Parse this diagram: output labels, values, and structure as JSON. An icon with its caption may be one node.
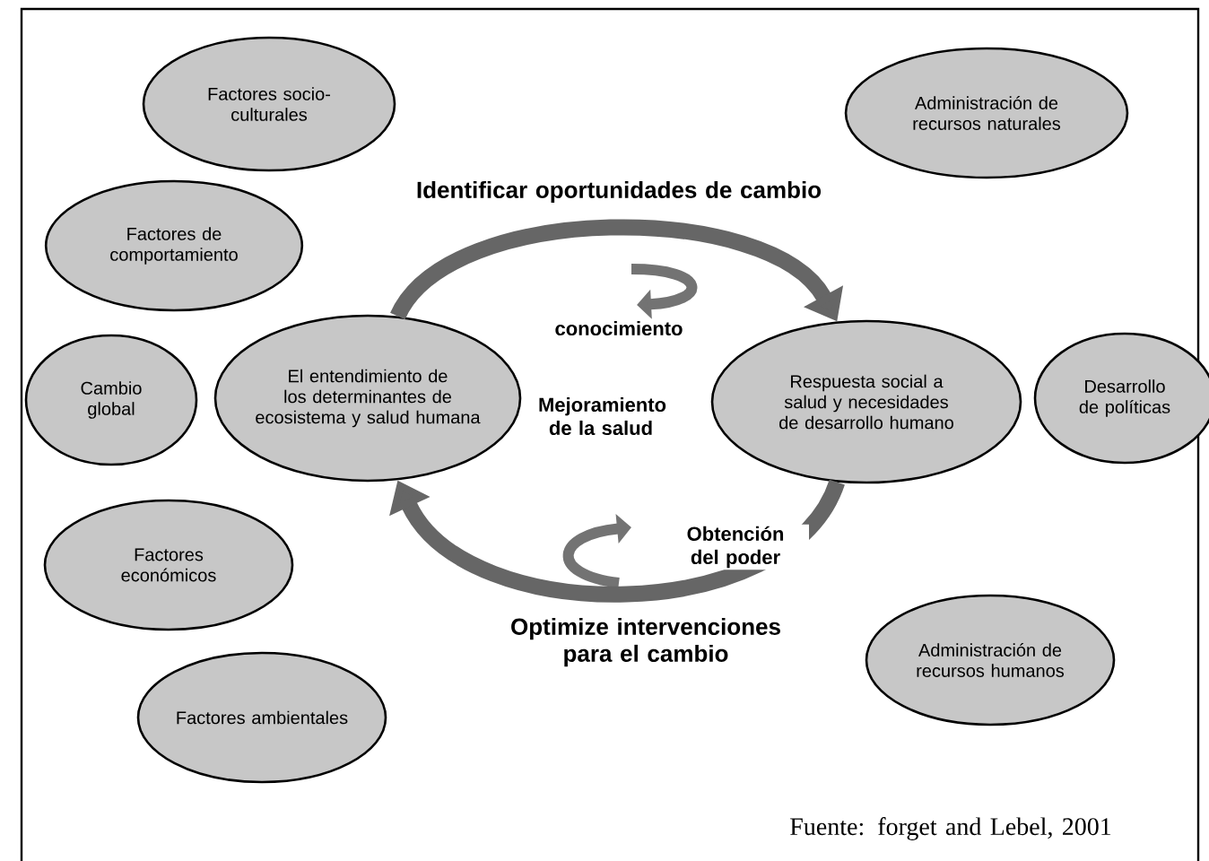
{
  "diagram": {
    "nodes": [
      {
        "text": [
          "Factores socio-culturales"
        ]
      },
      {
        "text": [
          "Administración de recursos naturales"
        ]
      },
      {
        "text": [
          "Factores de comportamiento"
        ]
      },
      {
        "text": [
          "Cambio global"
        ]
      },
      {
        "text": [
          "El entendimiento de los determinantes de ecosistema y salud humana"
        ]
      },
      {
        "text": [
          "Respuesta social a salud y necesidades de desarrollo humano"
        ]
      },
      {
        "text": [
          "Desarrollo de políticas"
        ]
      },
      {
        "text": [
          "Factores económicos"
        ]
      },
      {
        "text": [
          "Administración de recursos humanos"
        ]
      },
      {
        "text": [
          "Factores ambientales"
        ]
      }
    ],
    "edges": [
      {
        "from": 4,
        "to": 5,
        "arrow": "to",
        "label": "Identificar oportunidades de cambio"
      },
      {
        "from": 5,
        "to": 4,
        "arrow": "to",
        "label": "Optimize intervenciones para el cambio"
      }
    ],
    "labels": [
      "conocimiento",
      "Mejoramiento de la salud",
      "Obtención del poder",
      "Fuente: forget and Lebel, 2001"
    ]
  }
}
